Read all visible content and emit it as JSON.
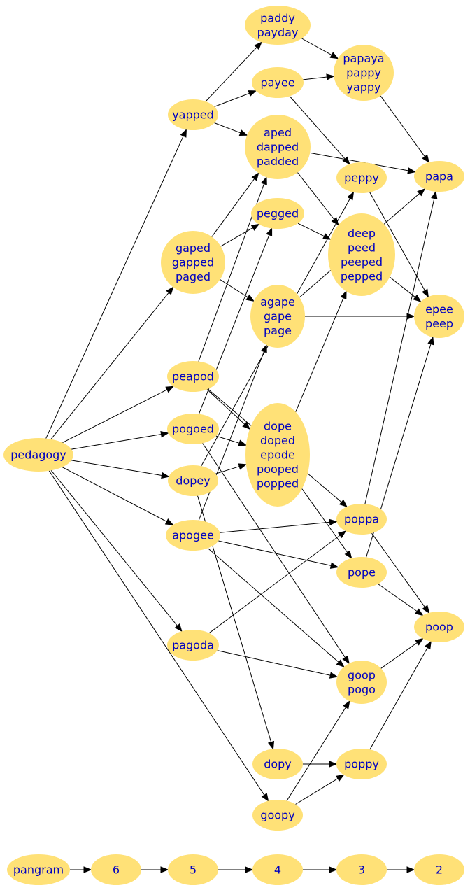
{
  "nodes": [
    {
      "id": "pedagogy",
      "lines": [
        "pedagogy"
      ]
    },
    {
      "id": "yapped",
      "lines": [
        "yapped"
      ]
    },
    {
      "id": "paddy",
      "lines": [
        "paddy",
        "payday"
      ]
    },
    {
      "id": "payee",
      "lines": [
        "payee"
      ]
    },
    {
      "id": "papaya",
      "lines": [
        "papaya",
        "pappy",
        "yappy"
      ]
    },
    {
      "id": "aped",
      "lines": [
        "aped",
        "dapped",
        "padded"
      ]
    },
    {
      "id": "papa",
      "lines": [
        "papa"
      ]
    },
    {
      "id": "peppy",
      "lines": [
        "peppy"
      ]
    },
    {
      "id": "pegged",
      "lines": [
        "pegged"
      ]
    },
    {
      "id": "deep",
      "lines": [
        "deep",
        "peed",
        "peeped",
        "pepped"
      ]
    },
    {
      "id": "gaped",
      "lines": [
        "gaped",
        "gapped",
        "paged"
      ]
    },
    {
      "id": "agape",
      "lines": [
        "agape",
        "gape",
        "page"
      ]
    },
    {
      "id": "epee",
      "lines": [
        "epee",
        "peep"
      ]
    },
    {
      "id": "peapod",
      "lines": [
        "peapod"
      ]
    },
    {
      "id": "pogoed",
      "lines": [
        "pogoed"
      ]
    },
    {
      "id": "dope",
      "lines": [
        "dope",
        "doped",
        "epode",
        "pooped",
        "popped"
      ]
    },
    {
      "id": "dopey",
      "lines": [
        "dopey"
      ]
    },
    {
      "id": "apogee",
      "lines": [
        "apogee"
      ]
    },
    {
      "id": "poppa",
      "lines": [
        "poppa"
      ]
    },
    {
      "id": "pope",
      "lines": [
        "pope"
      ]
    },
    {
      "id": "poop",
      "lines": [
        "poop"
      ]
    },
    {
      "id": "pagoda",
      "lines": [
        "pagoda"
      ]
    },
    {
      "id": "goop",
      "lines": [
        "goop",
        "pogo"
      ]
    },
    {
      "id": "dopy",
      "lines": [
        "dopy"
      ]
    },
    {
      "id": "poppy",
      "lines": [
        "poppy"
      ]
    },
    {
      "id": "goopy",
      "lines": [
        "goopy"
      ]
    },
    {
      "id": "pangram",
      "lines": [
        "pangram"
      ]
    },
    {
      "id": "r6",
      "lines": [
        "6"
      ]
    },
    {
      "id": "r5",
      "lines": [
        "5"
      ]
    },
    {
      "id": "r4",
      "lines": [
        "4"
      ]
    },
    {
      "id": "r3",
      "lines": [
        "3"
      ]
    },
    {
      "id": "r2",
      "lines": [
        "2"
      ]
    }
  ],
  "edges": [
    [
      "pedagogy",
      "yapped"
    ],
    [
      "pedagogy",
      "gaped"
    ],
    [
      "pedagogy",
      "peapod"
    ],
    [
      "pedagogy",
      "pogoed"
    ],
    [
      "pedagogy",
      "dopey"
    ],
    [
      "pedagogy",
      "apogee"
    ],
    [
      "pedagogy",
      "pagoda"
    ],
    [
      "pedagogy",
      "goopy"
    ],
    [
      "yapped",
      "paddy"
    ],
    [
      "yapped",
      "payee"
    ],
    [
      "yapped",
      "aped"
    ],
    [
      "paddy",
      "papaya"
    ],
    [
      "payee",
      "papaya"
    ],
    [
      "payee",
      "peppy"
    ],
    [
      "papaya",
      "papa"
    ],
    [
      "aped",
      "papa"
    ],
    [
      "aped",
      "deep"
    ],
    [
      "gaped",
      "aped"
    ],
    [
      "gaped",
      "pegged"
    ],
    [
      "gaped",
      "agape"
    ],
    [
      "pegged",
      "deep"
    ],
    [
      "peppy",
      "epee"
    ],
    [
      "deep",
      "epee"
    ],
    [
      "agape",
      "papa"
    ],
    [
      "agape",
      "epee"
    ],
    [
      "peapod",
      "aped"
    ],
    [
      "peapod",
      "dope"
    ],
    [
      "peapod",
      "poppa"
    ],
    [
      "pogoed",
      "pegged"
    ],
    [
      "pogoed",
      "dope"
    ],
    [
      "pogoed",
      "goop"
    ],
    [
      "dopey",
      "peppy"
    ],
    [
      "dopey",
      "dope"
    ],
    [
      "dopey",
      "dopy"
    ],
    [
      "apogee",
      "agape"
    ],
    [
      "apogee",
      "poppa"
    ],
    [
      "apogee",
      "pope"
    ],
    [
      "apogee",
      "goop"
    ],
    [
      "dope",
      "deep"
    ],
    [
      "dope",
      "pope"
    ],
    [
      "poppa",
      "papa"
    ],
    [
      "poppa",
      "poop"
    ],
    [
      "pope",
      "epee"
    ],
    [
      "pope",
      "poop"
    ],
    [
      "pagoda",
      "poppa"
    ],
    [
      "pagoda",
      "goop"
    ],
    [
      "goop",
      "poop"
    ],
    [
      "dopy",
      "poppy"
    ],
    [
      "poppy",
      "poop"
    ],
    [
      "goopy",
      "goop"
    ],
    [
      "goopy",
      "poppy"
    ],
    [
      "pangram",
      "r6"
    ],
    [
      "r6",
      "r5"
    ],
    [
      "r5",
      "r4"
    ],
    [
      "r4",
      "r3"
    ],
    [
      "r3",
      "r2"
    ]
  ]
}
